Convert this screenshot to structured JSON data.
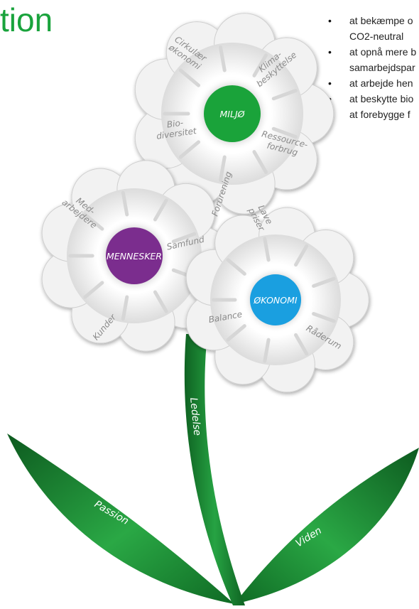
{
  "title": "tion",
  "bullets": [
    [
      "at bekæmpe o",
      "CO2-neutral"
    ],
    [
      "at opnå mere b",
      "samarbejdspar"
    ],
    [
      "at arbejde hen"
    ],
    [
      "at beskytte bio"
    ],
    [
      "at forebygge f"
    ]
  ],
  "flowers": {
    "miljo": {
      "center": "MILJØ",
      "center_color": "#1aa33a",
      "petals": [
        [
          "Cirkulær",
          "økonomi"
        ],
        [
          "Klima-",
          "beskyttelse"
        ],
        [
          "Bio-",
          "diversitet"
        ],
        [
          "Ressource-",
          "forbrug"
        ],
        [
          "Forurening"
        ]
      ]
    },
    "mennesker": {
      "center": "MENNESKER",
      "center_color": "#7b2d8e",
      "petals": [
        [
          "Med-",
          "arbejdere"
        ],
        [
          "Samfund"
        ],
        [
          "Kunder"
        ]
      ]
    },
    "okonomi": {
      "center": "ØKONOMI",
      "center_color": "#1a9fe0",
      "petals": [
        [
          "Lave",
          "priser"
        ],
        [
          "Balance"
        ],
        [
          "Råderum"
        ]
      ]
    }
  },
  "stem_label": "Ledelse",
  "leaves": {
    "left": "Passion",
    "right": "Viden"
  },
  "colors": {
    "green_dark": "#116b25",
    "green_light": "#2db34a",
    "petal": "#ececec"
  }
}
